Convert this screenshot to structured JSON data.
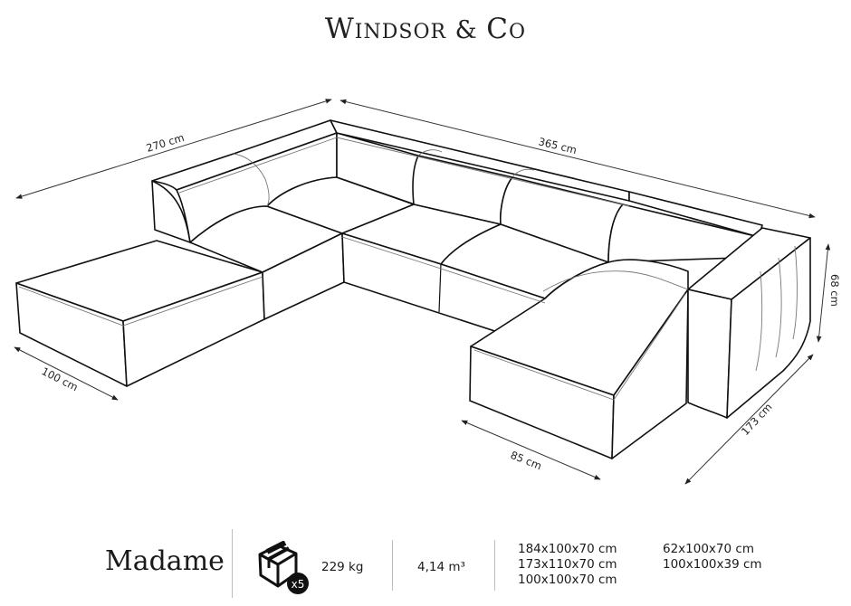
{
  "brand": {
    "name": "Windsor & Co",
    "parts": [
      "W",
      "INDSOR",
      "&",
      "C",
      "O"
    ]
  },
  "diagram": {
    "subject": "U-shaped modular sofa line drawing",
    "dimensions": {
      "left_length": "270 cm",
      "back_length": "365 cm",
      "height": "68 cm",
      "left_depth": "100 cm",
      "ottoman_width": "85 cm",
      "right_depth": "173 cm"
    }
  },
  "footer": {
    "product_name": "Madame",
    "package_icon": "box-package-icon",
    "package_count": "x5",
    "weight": "229 kg",
    "volume": "4,14 m³",
    "module_sizes_col1": [
      "184x100x70 cm",
      "173x110x70 cm",
      "100x100x70 cm"
    ],
    "module_sizes_col2": [
      "62x100x70 cm",
      "100x100x39 cm"
    ]
  },
  "colors": {
    "line": "#111111",
    "light_line": "#8a8a8a",
    "separator": "#bdbdbd",
    "text": "#1a1a1a"
  }
}
